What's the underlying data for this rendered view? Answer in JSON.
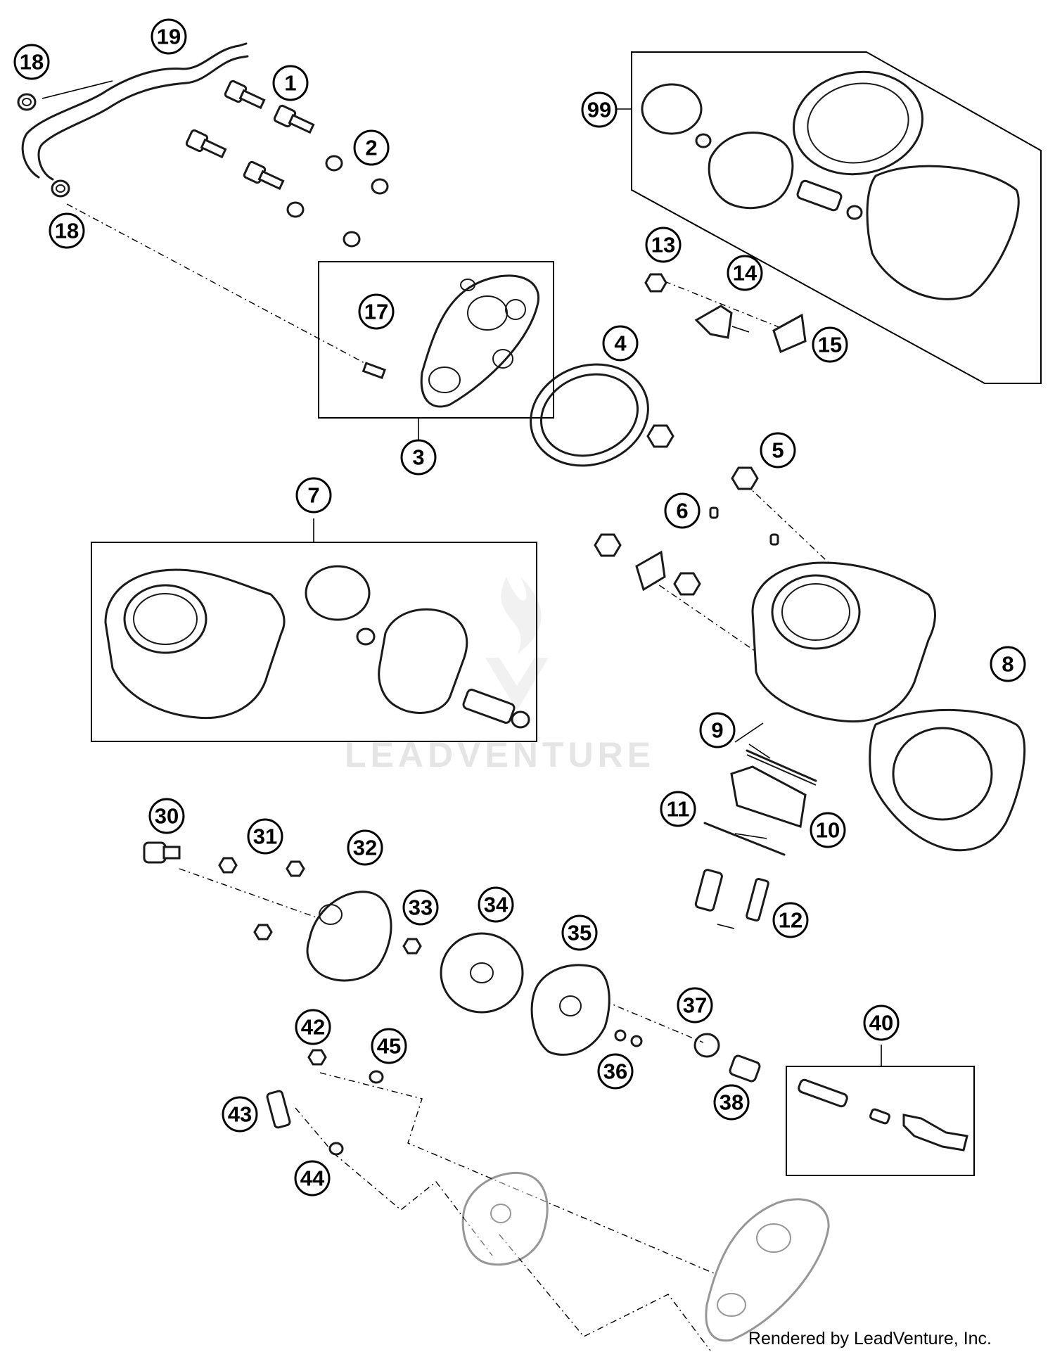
{
  "callouts": [
    {
      "label": "1"
    },
    {
      "label": "2"
    },
    {
      "label": "3"
    },
    {
      "label": "4"
    },
    {
      "label": "5"
    },
    {
      "label": "6"
    },
    {
      "label": "7"
    },
    {
      "label": "8"
    },
    {
      "label": "9"
    },
    {
      "label": "10"
    },
    {
      "label": "11"
    },
    {
      "label": "12"
    },
    {
      "label": "13"
    },
    {
      "label": "14"
    },
    {
      "label": "15"
    },
    {
      "label": "17"
    },
    {
      "label": "18"
    },
    {
      "label": "18"
    },
    {
      "label": "19"
    },
    {
      "label": "30"
    },
    {
      "label": "31"
    },
    {
      "label": "32"
    },
    {
      "label": "33"
    },
    {
      "label": "34"
    },
    {
      "label": "35"
    },
    {
      "label": "36"
    },
    {
      "label": "37"
    },
    {
      "label": "38"
    },
    {
      "label": "40"
    },
    {
      "label": "42"
    },
    {
      "label": "43"
    },
    {
      "label": "44"
    },
    {
      "label": "45"
    },
    {
      "label": "99"
    }
  ],
  "watermark": {
    "text": "LEADVENTURE"
  },
  "footer": {
    "credit": "Rendered by LeadVenture, Inc."
  }
}
